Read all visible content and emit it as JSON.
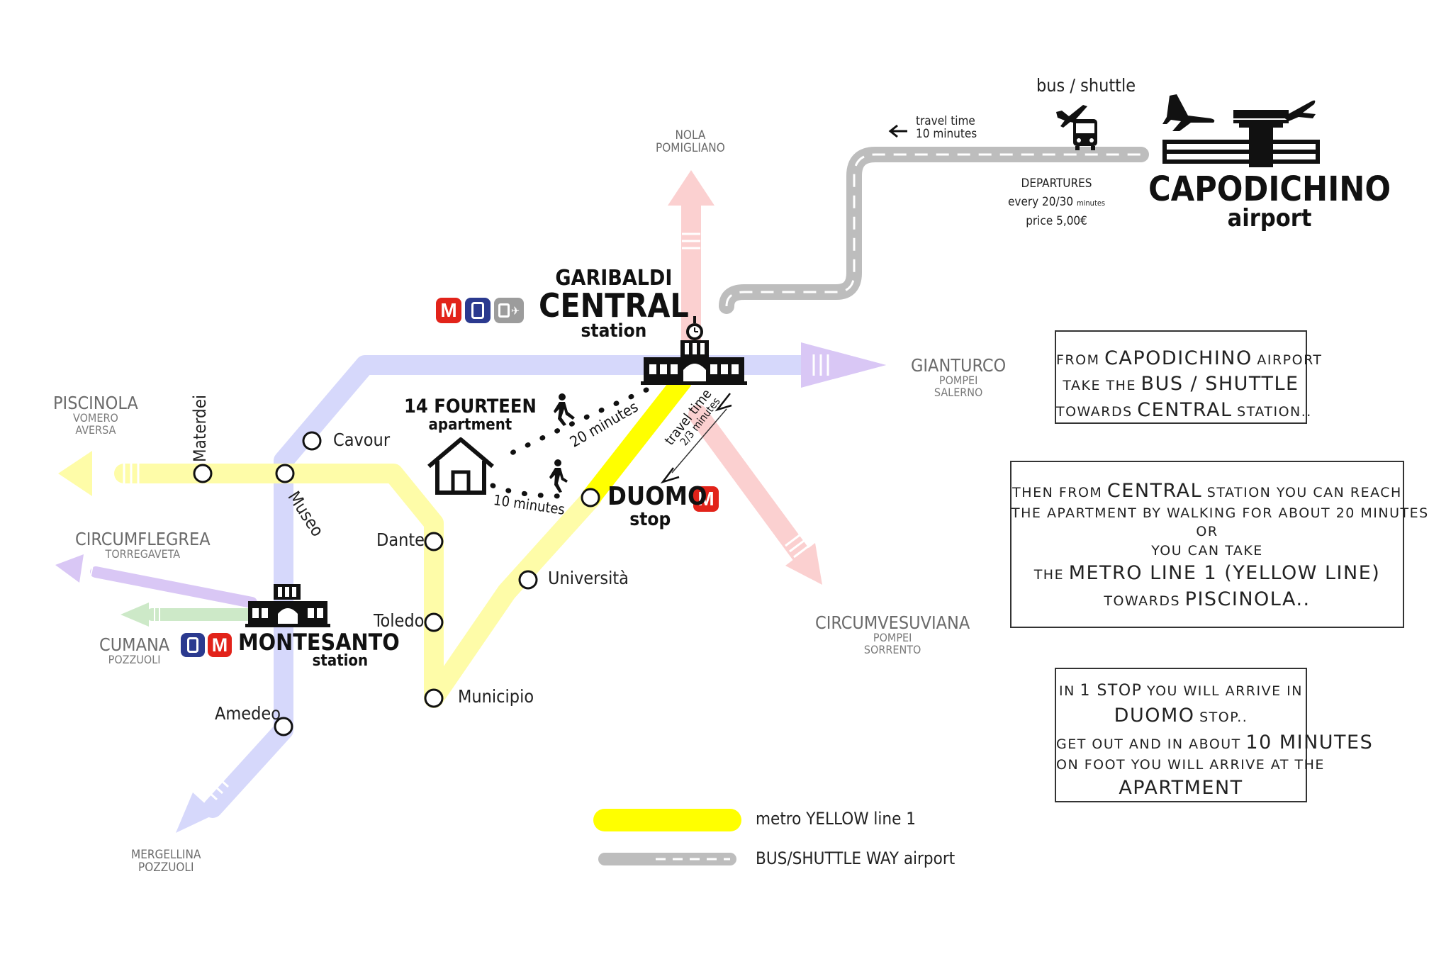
{
  "destinations": {
    "nola": {
      "line1": "NOLA",
      "line2": "POMIGLIANO"
    },
    "gianturco": {
      "name": "GIANTURCO",
      "line2": "POMPEI",
      "line3": "SALERNO"
    },
    "piscinola": {
      "name": "PISCINOLA",
      "line2": "VOMERO",
      "line3": "AVERSA"
    },
    "circumflegrea": {
      "name": "CIRCUMFLEGREA",
      "line2": "TORREGAVETA"
    },
    "cumana": {
      "name": "CUMANA",
      "line2": "POZZUOLI"
    },
    "circumvesuviana": {
      "name": "CIRCUMVESUVIANA",
      "line2": "POMPEI",
      "line3": "SORRENTO"
    },
    "mergellina": {
      "line1": "MERGELLINA",
      "line2": "POZZUOLI"
    }
  },
  "stations": {
    "materdei": "Materdei",
    "cavour": "Cavour",
    "museo": "Museo",
    "dante": "Dante",
    "toledo": "Toledo",
    "municipio": "Municipio",
    "universita": "Università",
    "amedeo": "Amedeo"
  },
  "garibaldi": {
    "line1": "GARIBALDI",
    "line2": "CENTRAL",
    "line3": "station"
  },
  "montesanto": {
    "line1": "MONTESANTO",
    "line2": "station"
  },
  "duomo": {
    "line1": "DUOMO",
    "line2": "stop"
  },
  "apartment": {
    "line1": "14 FOURTEEN",
    "line2": "apartment"
  },
  "walk": {
    "long": "20 minutes",
    "short": "10 minutes"
  },
  "metro_travel": {
    "line1": "travel time",
    "line2": "2/3 minutes"
  },
  "metro_badge": "M",
  "airport": {
    "name": "CAPODICHINO",
    "sub": "airport",
    "mode": "bus / shuttle",
    "travel_line1": "travel time",
    "travel_line2": "10 minutes",
    "dep_line1": "DEPARTURES",
    "dep_line2a": "every 20/30",
    "dep_line2b": "minutes",
    "dep_line3": "price 5,00€"
  },
  "box1": {
    "l1a": "FROM",
    "l1b": "CAPODICHINO",
    "l1c": "AIRPORT",
    "l2a": "TAKE THE",
    "l2b": "BUS / SHUTTLE",
    "l3a": "TOWARDS",
    "l3b": "CENTRAL",
    "l3c": "STATION.."
  },
  "box2": {
    "l1a": "THEN FROM",
    "l1b": "CENTRAL",
    "l1c": "STATION YOU CAN REACH",
    "l2": "THE APARTMENT BY WALKING FOR ABOUT 20 MINUTES",
    "l3": "OR",
    "l4": "YOU CAN TAKE",
    "l5a": "THE",
    "l5b": "METRO LINE 1 (YELLOW LINE)",
    "l6a": "TOWARDS",
    "l6b": "PISCINOLA.."
  },
  "box3": {
    "l1a": "IN",
    "l1b": "1 STOP",
    "l1c": "YOU WILL ARRIVE IN",
    "l2a": "DUOMO",
    "l2b": "STOP..",
    "l3a": "GET OUT AND IN ABOUT",
    "l3b": "10 MINUTES",
    "l4": "ON FOOT YOU WILL ARRIVE AT THE",
    "l5": "APARTMENT"
  },
  "legend": {
    "yellow": "metro YELLOW line 1",
    "bus": "BUS/SHUTTLE WAY airport"
  },
  "colors": {
    "yellow_line": "#ffff00",
    "pale_yellow": "#fefca8",
    "blue_line": "#d6d8fb",
    "purple_arrow": "#d9c7f5",
    "red_line": "#fbd0d0",
    "green_line": "#cde9c8",
    "bus_road": "#bdbdbd",
    "metro_red": "#e2231a",
    "train_blue": "#2b3a8f"
  },
  "icons": [
    "metro-icon",
    "train-icon",
    "bus-plane-icon",
    "station-building-icon",
    "house-icon",
    "walker-icon",
    "airport-icon",
    "plane-icon",
    "bus-icon"
  ]
}
